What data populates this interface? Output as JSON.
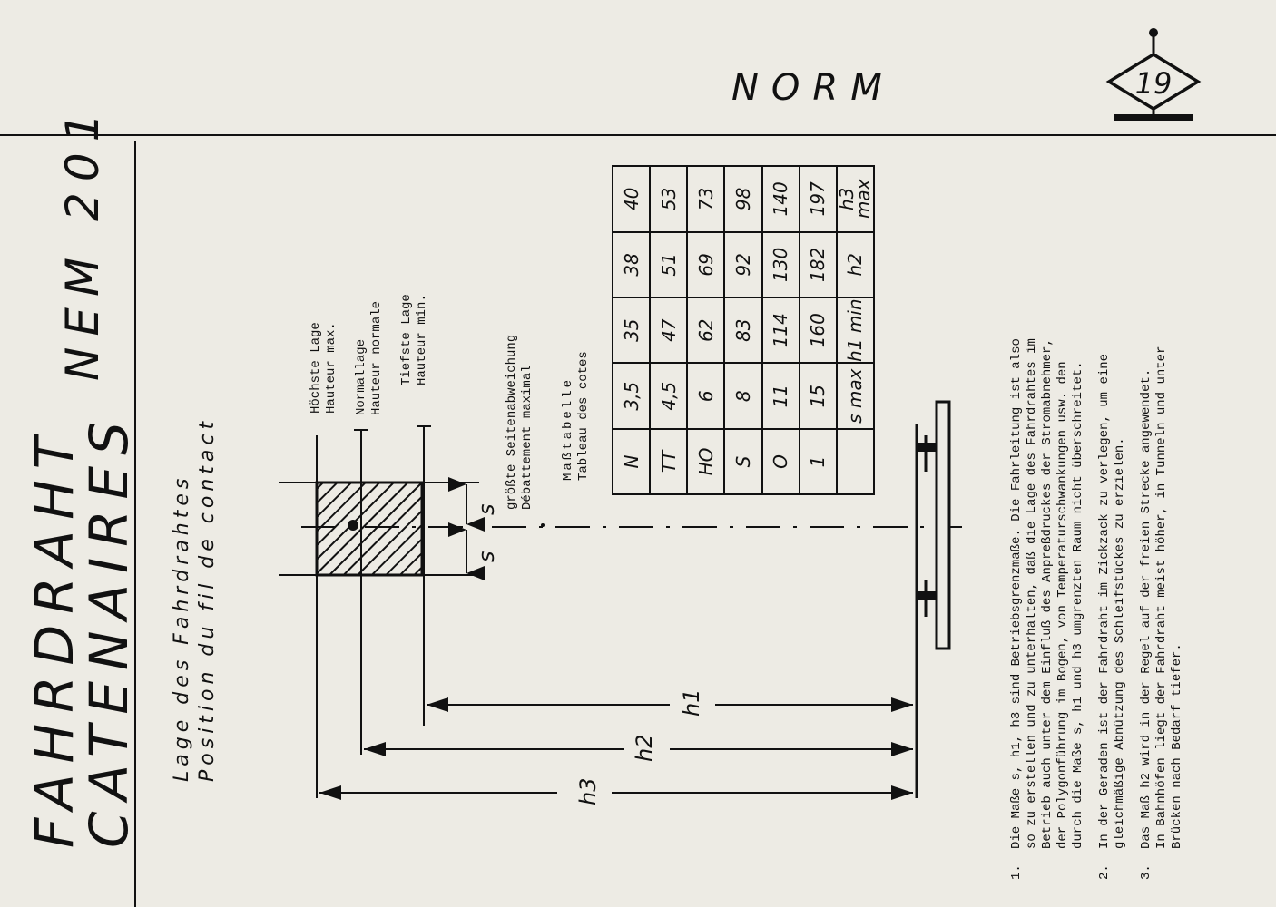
{
  "header": {
    "norm": "NORM",
    "sheet_number": "19"
  },
  "title": {
    "line1": "FAHRDRAHT",
    "line2": "CATENAIRES",
    "code": "NEM 201"
  },
  "subtitle": {
    "de": "Lage des Fahrdrahtes",
    "fr": "Position du fil de contact"
  },
  "diagram": {
    "label_high_de": "Höchste Lage",
    "label_high_fr": "Hauteur max.",
    "label_normal_de": "Normallage",
    "label_normal_fr": "Hauteur normale",
    "label_low_de": "Tiefste Lage",
    "label_low_fr": "Hauteur min.",
    "label_sway_de": "größte Seitenabweichung",
    "label_sway_fr": "Débattement maximal",
    "s_upper": "s",
    "s_lower": "s",
    "h1": "h1",
    "h2": "h2",
    "h3": "h3"
  },
  "table": {
    "title_de": "Maßtabelle",
    "title_fr": "Tableau des cotes",
    "headers": [
      "",
      "s max",
      "h1 min",
      "h2",
      "h3 max"
    ],
    "rows": [
      [
        "N",
        "3,5",
        "35",
        "38",
        "40"
      ],
      [
        "TT",
        "4,5",
        "47",
        "51",
        "53"
      ],
      [
        "HO",
        "6",
        "62",
        "69",
        "73"
      ],
      [
        "S",
        "8",
        "83",
        "92",
        "98"
      ],
      [
        "O",
        "11",
        "114",
        "130",
        "140"
      ],
      [
        "1",
        "15",
        "160",
        "182",
        "197"
      ]
    ]
  },
  "notes": {
    "n1_num": "1.",
    "n1_l1": "Die Maße s, h1, h3 sind Betriebsgrenzmaße. Die Fahrleitung ist also",
    "n1_l2": "so zu erstellen und zu unterhalten, daß die Lage des Fahrdrahtes im",
    "n1_l3": "Betrieb auch unter dem Einfluß des Anpreßdruckes der Stromabnehmer,",
    "n1_l4": "der Polygonführung im Bogen,   von Temperaturschwankungen  usw.  den",
    "n1_l5": "durch die Maße  s,  h1 und h3  umgrenzten Raum  nicht überschreitet.",
    "n2_num": "2.",
    "n2_l1": "In der Geraden ist der Fahrdraht  im Zickzack zu verlegen,   um eine",
    "n2_l2": "gleichmäßige Abnützung des Schleifstückes zu erzielen.",
    "n3_num": "3.",
    "n3_l1": "Das Maß  h2  wird   in der Regel   auf der freien Strecke angewendet.",
    "n3_l2": "In Bahnhöfen liegt der Fahrdraht meist höher,   in Tunneln und unter",
    "n3_l3": "Brücken nach Bedarf tiefer."
  }
}
